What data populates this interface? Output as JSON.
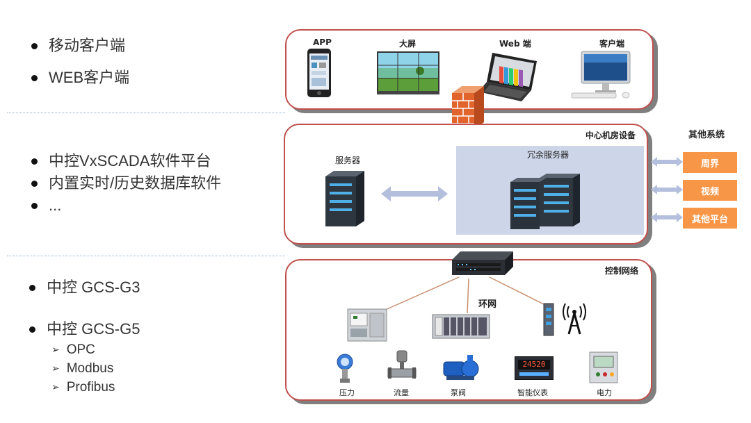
{
  "left": {
    "group1": [
      "移动客户端",
      "WEB客户端"
    ],
    "group2": [
      "中控VxSCADA软件平台",
      "内置实时/历史数据库软件",
      "..."
    ],
    "group3": [
      "中控 GCS-G3",
      "中控 GCS-G5"
    ],
    "protocols": [
      "OPC",
      "Modbus",
      "Profibus"
    ]
  },
  "clients": {
    "app": "APP",
    "bigscreen": "大屏",
    "web": "Web 端",
    "client": "客户端"
  },
  "center": {
    "title": "中心机房设备",
    "server": "服务器",
    "redundant": "冗余服务器"
  },
  "other_systems": {
    "title": "其他系统",
    "items": [
      "周界",
      "视频",
      "其他平台"
    ]
  },
  "control": {
    "title": "控制网络",
    "ring": "环网",
    "devices": [
      "压力",
      "流量",
      "泵阀",
      "智能仪表",
      "电力"
    ],
    "meter_reading": "24520"
  },
  "colors": {
    "panel_border": "#c0504d",
    "orange": "#f79646",
    "arrow": "#b4bedd",
    "redundant_bg": "#cdd5e8"
  }
}
